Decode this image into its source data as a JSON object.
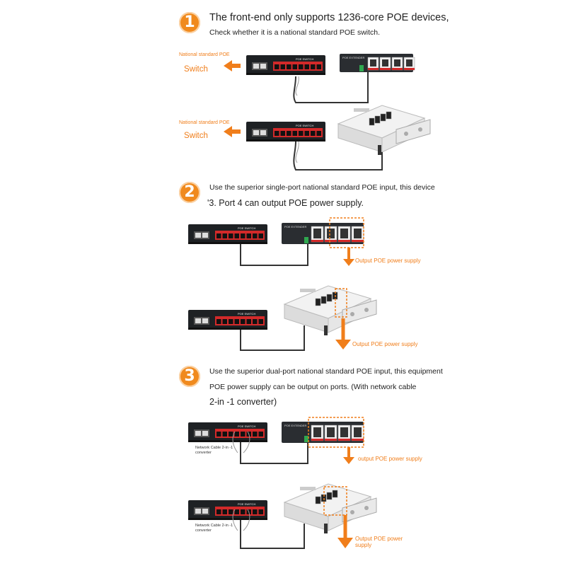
{
  "step1": {
    "number": "1",
    "title": "The front-end only supports 1236-core POE devices,",
    "subtitle": "Check whether it is a national standard POE switch.",
    "diagram_a": {
      "label_small": "National standard POE",
      "label_big": "Switch"
    },
    "diagram_b": {
      "label_small": "National standard POE",
      "label_big": "Switch"
    }
  },
  "step2": {
    "number": "2",
    "line1": "Use the superior single-port national standard POE input, this device",
    "line2": "'3. Port 4 can output POE power supply.",
    "diagram_a": {
      "output_label": "Output POE power supply"
    },
    "diagram_b": {
      "output_label": "Output POE power supply"
    }
  },
  "step3": {
    "number": "3",
    "line1": "Use the superior dual-port national standard POE input, this equipment",
    "line2": "POE power supply can be output on ports. (With network cable",
    "line3": "2-in -1 converter)",
    "diagram_a": {
      "converter_label": "Network Cable 2-in -1 converter",
      "output_label": "output POE power supply"
    },
    "diagram_b": {
      "converter_label": "Network Cable 2-in -1 converter",
      "output_label": "Output POE power supply"
    }
  },
  "device": {
    "switch_label": "POE SWITCH",
    "extender_label": "POE EXTENDER"
  },
  "colors": {
    "accent": "#f07e1b",
    "badge": "#f08a1e",
    "device_dark": "#1e2124",
    "port_red": "#d32a2a"
  }
}
